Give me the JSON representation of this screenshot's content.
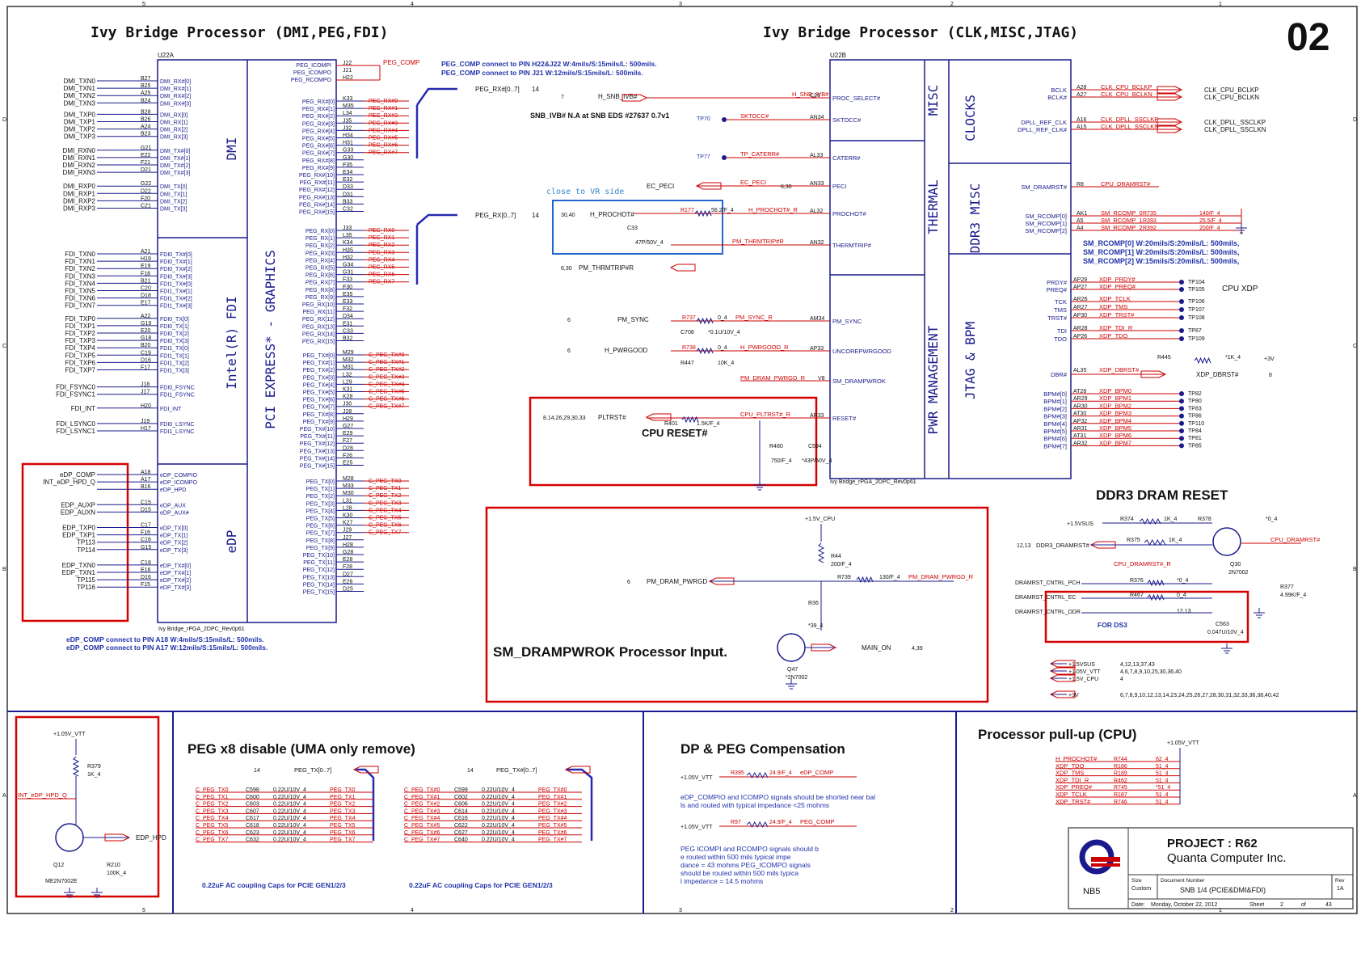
{
  "page_number": "02",
  "titles": {
    "left": "Ivy Bridge Processor (DMI,PEG,FDI)",
    "right": "Ivy Bridge Processor (CLK,MISC,JTAG)"
  },
  "u22a": {
    "ref": "U22A",
    "footer": "Ivy Bridge_rPGA_2DPC_Rev0p61",
    "section_labels": [
      "DMI",
      "Intel(R) FDI",
      "eDP",
      "PCI EXPRESS* - GRAPHICS"
    ]
  },
  "u22b": {
    "ref": "U22B",
    "footer": "Ivy Bridge_rPGA_2DPC_Rev0p61",
    "section_labels": [
      "MISC",
      "THERMAL",
      "PWR MANAGEMENT",
      "CLOCKS",
      "DDR3 MISC",
      "JTAG & BPM"
    ]
  },
  "dmi_pins": [
    {
      "net": "DMI_TXN0",
      "ball": "B27",
      "pin": "DMI_RX#[0]"
    },
    {
      "net": "DMI_TXN1",
      "ball": "B25",
      "pin": "DMI_RX#[1]"
    },
    {
      "net": "DMI_TXN2",
      "ball": "A25",
      "pin": "DMI_RX#[2]"
    },
    {
      "net": "DMI_TXN3",
      "ball": "B24",
      "pin": "DMI_RX#[3]"
    },
    {
      "net": "DMI_TXP0",
      "ball": "B28",
      "pin": "DMI_RX[0]"
    },
    {
      "net": "DMI_TXP1",
      "ball": "B26",
      "pin": "DMI_RX[1]"
    },
    {
      "net": "DMI_TXP2",
      "ball": "A24",
      "pin": "DMI_RX[2]"
    },
    {
      "net": "DMI_TXP3",
      "ball": "B23",
      "pin": "DMI_RX[3]"
    },
    {
      "net": "DMI_RXN0",
      "ball": "G21",
      "pin": "DMI_TX#[0]"
    },
    {
      "net": "DMI_RXN1",
      "ball": "E22",
      "pin": "DMI_TX#[1]"
    },
    {
      "net": "DMI_RXN2",
      "ball": "F21",
      "pin": "DMI_TX#[2]"
    },
    {
      "net": "DMI_RXN3",
      "ball": "D21",
      "pin": "DMI_TX#[3]"
    },
    {
      "net": "DMI_RXP0",
      "ball": "G22",
      "pin": "DMI_TX[0]"
    },
    {
      "net": "DMI_RXP1",
      "ball": "D22",
      "pin": "DMI_TX[1]"
    },
    {
      "net": "DMI_RXP2",
      "ball": "F20",
      "pin": "DMI_TX[2]"
    },
    {
      "net": "DMI_RXP3",
      "ball": "C21",
      "pin": "DMI_TX[3]"
    }
  ],
  "fdi_pins": [
    {
      "net": "FDI_TXN0",
      "ball": "A21",
      "pin": "FDI0_TX#[0]"
    },
    {
      "net": "FDI_TXN1",
      "ball": "H19",
      "pin": "FDI0_TX#[1]"
    },
    {
      "net": "FDI_TXN2",
      "ball": "E19",
      "pin": "FDI0_TX#[2]"
    },
    {
      "net": "FDI_TXN3",
      "ball": "F18",
      "pin": "FDI0_TX#[3]"
    },
    {
      "net": "FDI_TXN4",
      "ball": "B21",
      "pin": "FDI1_TX#[0]"
    },
    {
      "net": "FDI_TXN5",
      "ball": "C20",
      "pin": "FDI1_TX#[1]"
    },
    {
      "net": "FDI_TXN6",
      "ball": "D18",
      "pin": "FDI1_TX#[2]"
    },
    {
      "net": "FDI_TXN7",
      "ball": "E17",
      "pin": "FDI1_TX#[3]"
    },
    {
      "net": "FDI_TXP0",
      "ball": "A22",
      "pin": "FDI0_TX[0]"
    },
    {
      "net": "FDI_TXP1",
      "ball": "G19",
      "pin": "FDI0_TX[1]"
    },
    {
      "net": "FDI_TXP2",
      "ball": "E20",
      "pin": "FDI0_TX[2]"
    },
    {
      "net": "FDI_TXP3",
      "ball": "G18",
      "pin": "FDI0_TX[3]"
    },
    {
      "net": "FDI_TXP4",
      "ball": "B20",
      "pin": "FDI1_TX[0]"
    },
    {
      "net": "FDI_TXP5",
      "ball": "C19",
      "pin": "FDI1_TX[1]"
    },
    {
      "net": "FDI_TXP6",
      "ball": "D16",
      "pin": "FDI1_TX[2]"
    },
    {
      "net": "FDI_TXP7",
      "ball": "F17",
      "pin": "FDI1_TX[3]"
    },
    {
      "net": "FDI_FSYNC0",
      "ball": "J18",
      "pin": "FDI0_FSYNC"
    },
    {
      "net": "FDI_FSYNC1",
      "ball": "J17",
      "pin": "FDI1_FSYNC"
    },
    {
      "net": "FDI_INT",
      "ball": "H20",
      "pin": "FDI_INT"
    },
    {
      "net": "FDI_LSYNC0",
      "ball": "J19",
      "pin": "FDI0_LSYNC"
    },
    {
      "net": "FDI_LSYNC1",
      "ball": "H17",
      "pin": "FDI1_LSYNC"
    }
  ],
  "edp_pins": [
    {
      "net": "eDP_COMP",
      "ball": "A18",
      "pin": "eDP_COMPIO"
    },
    {
      "net": "INT_eDP_HPD_Q",
      "ball": "A17",
      "pin": "eDP_ICOMPO"
    },
    {
      "net": "",
      "ball": "B16",
      "pin": "eDP_HPD"
    },
    {
      "net": "EDP_AUXP",
      "ball": "C15",
      "pin": "eDP_AUX"
    },
    {
      "net": "EDP_AUXN",
      "ball": "D15",
      "pin": "eDP_AUX#"
    },
    {
      "net": "EDP_TXP0",
      "ball": "C17",
      "pin": "eDP_TX[0]"
    },
    {
      "net": "EDP_TXP1",
      "ball": "F16",
      "pin": "eDP_TX[1]"
    },
    {
      "net": "TP113",
      "ball": "C16",
      "pin": "eDP_TX[2]"
    },
    {
      "net": "TP114",
      "ball": "G15",
      "pin": "eDP_TX[3]"
    },
    {
      "net": "EDP_TXN0",
      "ball": "C18",
      "pin": "eDP_TX#[0]"
    },
    {
      "net": "EDP_TXN1",
      "ball": "E16",
      "pin": "eDP_TX#[1]"
    },
    {
      "net": "TP115",
      "ball": "D16",
      "pin": "eDP_TX#[2]"
    },
    {
      "net": "TP116",
      "ball": "F15",
      "pin": "eDP_TX#[3]"
    }
  ],
  "edp_notes": [
    "eDP_COMP connect to PIN A18 W:4mils/S:15mils/L: 500mils.",
    "eDP_COMP connect to PIN A17 W:12mils/S:15mils/L: 500mils."
  ],
  "peg_top": {
    "balls": [
      "J22",
      "J21",
      "H22"
    ],
    "pins": [
      "PEG_ICOMPI",
      "PEG_ICOMPO",
      "PEG_RCOMPO"
    ],
    "net": "PEG_COMP",
    "notes": [
      "PEG_COMP connect to PIN H22&J22 W:4mils/S:15mils/L: 500mils.",
      "PEG_COMP connect to PIN J21 W:12mils/S:15mils/L: 500mils."
    ]
  },
  "peg_rxn": {
    "balls": [
      "K33",
      "M35",
      "L34",
      "J35",
      "J32",
      "H34",
      "H31",
      "G33",
      "G30",
      "F35",
      "E34",
      "E32",
      "D33",
      "D31",
      "B33",
      "C32"
    ],
    "pins": [
      "PEG_RX#[0]",
      "PEG_RX#[1]",
      "PEG_RX#[2]",
      "PEG_RX#[3]",
      "PEG_RX#[4]",
      "PEG_RX#[5]",
      "PEG_RX#[6]",
      "PEG_RX#[7]",
      "PEG_RX#[8]",
      "PEG_RX#[9]",
      "PEG_RX#[10]",
      "PEG_RX#[11]",
      "PEG_RX#[12]",
      "PEG_RX#[13]",
      "PEG_RX#[14]",
      "PEG_RX#[15]"
    ],
    "nets": [
      "PEG_RX#0",
      "PEG_RX#1",
      "PEG_RX#2",
      "PEG_RX#3",
      "PEG_RX#4",
      "PEG_RX#5",
      "PEG_RX#6",
      "PEG_RX#7"
    ],
    "bus": "PEG_RX#[0..7]",
    "bus_page": "14"
  },
  "peg_rxp": {
    "balls": [
      "J33",
      "L35",
      "K34",
      "H35",
      "H32",
      "G34",
      "G31",
      "F33",
      "F30",
      "E35",
      "E33",
      "F32",
      "D34",
      "E31",
      "C33",
      "B32"
    ],
    "pins": [
      "PEG_RX[0]",
      "PEG_RX[1]",
      "PEG_RX[2]",
      "PEG_RX[3]",
      "PEG_RX[4]",
      "PEG_RX[5]",
      "PEG_RX[6]",
      "PEG_RX[7]",
      "PEG_RX[8]",
      "PEG_RX[9]",
      "PEG_RX[10]",
      "PEG_RX[11]",
      "PEG_RX[12]",
      "PEG_RX[13]",
      "PEG_RX[14]",
      "PEG_RX[15]"
    ],
    "nets": [
      "PEG_RX0",
      "PEG_RX1",
      "PEG_RX2",
      "PEG_RX3",
      "PEG_RX4",
      "PEG_RX5",
      "PEG_RX6",
      "PEG_RX7"
    ],
    "bus": "PEG_RX[0..7]",
    "bus_page": "14"
  },
  "peg_txn": {
    "balls": [
      "M29",
      "M32",
      "M31",
      "L32",
      "L29",
      "K31",
      "K28",
      "J30",
      "J28",
      "H29",
      "G27",
      "E29",
      "F27",
      "D28",
      "F26",
      "E25"
    ],
    "pins": [
      "PEG_TX#[0]",
      "PEG_TX#[1]",
      "PEG_TX#[2]",
      "PEG_TX#[3]",
      "PEG_TX#[4]",
      "PEG_TX#[5]",
      "PEG_TX#[6]",
      "PEG_TX#[7]",
      "PEG_TX#[8]",
      "PEG_TX#[9]",
      "PEG_TX#[10]",
      "PEG_TX#[11]",
      "PEG_TX#[12]",
      "PEG_TX#[13]",
      "PEG_TX#[14]",
      "PEG_TX#[15]"
    ],
    "nets": [
      "C_PEG_TX#0",
      "C_PEG_TX#1",
      "C_PEG_TX#2",
      "C_PEG_TX#3",
      "C_PEG_TX#4",
      "C_PEG_TX#5",
      "C_PEG_TX#6",
      "C_PEG_TX#7"
    ]
  },
  "peg_txp": {
    "balls": [
      "M28",
      "M33",
      "M30",
      "L31",
      "L28",
      "K30",
      "K27",
      "J29",
      "J27",
      "H28",
      "G28",
      "E28",
      "F28",
      "D27",
      "E26",
      "D25"
    ],
    "pins": [
      "PEG_TX[0]",
      "PEG_TX[1]",
      "PEG_TX[2]",
      "PEG_TX[3]",
      "PEG_TX[4]",
      "PEG_TX[5]",
      "PEG_TX[6]",
      "PEG_TX[7]",
      "PEG_TX[8]",
      "PEG_TX[9]",
      "PEG_TX[10]",
      "PEG_TX[11]",
      "PEG_TX[12]",
      "PEG_TX[13]",
      "PEG_TX[14]",
      "PEG_TX[15]"
    ],
    "nets": [
      "C_PEG_TX0",
      "C_PEG_TX1",
      "C_PEG_TX2",
      "C_PEG_TX3",
      "C_PEG_TX4",
      "C_PEG_TX5",
      "C_PEG_TX6",
      "C_PEG_TX7"
    ]
  },
  "misc": {
    "h_snb_ivb": {
      "page": "7",
      "net": "H_SNB_IVB#",
      "ball": "C26",
      "pin": "PROC_SELECT#"
    },
    "snb_note": "SNB_IVB# N.A at SNB EDS #27637 0.7v1",
    "sktocc": {
      "tp": "TP70",
      "net": "SKTOCC#",
      "ball": "AN34",
      "pin": "SKTOCC#"
    },
    "caterr": {
      "tp": "TP77",
      "net": "TP_CATERR#",
      "ball": "AL33",
      "pin": "CATERR#"
    },
    "peci": {
      "net_left": "EC_PECI",
      "net": "EC_PECI",
      "page": "6,30",
      "ball": "AN33",
      "pin": "PECI"
    },
    "close_note": "close to VR side",
    "prochot": {
      "page": "30,40",
      "net_left": "H_PROCHOT#",
      "res": "R177",
      "res_val": "56.2/F_4",
      "net": "H_PROCHOT#_R",
      "ball": "AL32",
      "pin": "PROCHOT#",
      "cap": "C33",
      "cap_val": "47P/50V_4"
    },
    "thermtrip": {
      "page": "6,30",
      "net_left": "PM_THRMTRIP#R",
      "net": "PM_THRMTRIP#R",
      "ball": "AN32",
      "pin": "THERMTRIP#"
    },
    "pm_sync": {
      "page": "6",
      "net_left": "PM_SYNC",
      "res": "R737",
      "res_val": "0_4",
      "net": "PM_SYNC_R",
      "ball": "AM34",
      "pin": "PM_SYNC"
    },
    "c708": {
      "ref": "C708",
      "val": "*0.1U/10V_4"
    },
    "pwrgood": {
      "page": "6",
      "net_left": "H_PWRGOOD",
      "res": "R738",
      "res_val": "0_4",
      "net": "H_PWRGOOD_R",
      "ball": "AP33",
      "pin": "UNCOREPWRGOOD"
    },
    "r447": {
      "ref": "R447",
      "val": "10K_4"
    },
    "drampwrok": {
      "net": "PM_DRAM_PWRGD_R",
      "ball": "V8",
      "pin": "SM_DRAMPWROK"
    },
    "reset": {
      "page": "8,14,26,29,30,33",
      "net_left": "PLTRST#",
      "res": "R401",
      "res_val": "1.5K/F_4",
      "net": "CPU_PLTRST#_R",
      "ball": "AR33",
      "pin": "RESET#",
      "label": "CPU RESET#",
      "r480": "R480",
      "r480_val": "750/F_4",
      "c594": "C594",
      "c594_val": "*43P/50V_4"
    }
  },
  "clocks": [
    {
      "pin": "BCLK",
      "ball": "A28",
      "net": "CLK_CPU_BCLKP",
      "out": "CLK_CPU_BCLKP"
    },
    {
      "pin": "BCLK#",
      "ball": "A27",
      "net": "CLK_CPU_BCLKN",
      "out": "CLK_CPU_BCLKN"
    },
    {
      "pin": "DPLL_REF_CLK",
      "ball": "A16",
      "net": "CLK_DPLL_SSCLKP",
      "out": "CLK_DPLL_SSCLKP"
    },
    {
      "pin": "DPLL_REF_CLK#",
      "ball": "A15",
      "net": "CLK_DPLL_SSCLKN",
      "out": "CLK_DPLL_SSCLKN"
    }
  ],
  "ddr3misc": {
    "dramrst": {
      "pin": "SM_DRAMRST#",
      "ball": "R8",
      "net": "CPU_DRAMRST#"
    },
    "rcomp": [
      {
        "pin": "SM_RCOMP[0]",
        "ball": "AK1",
        "net": "SM_RCOMP_0",
        "res": "R735",
        "val": "140/F_4"
      },
      {
        "pin": "SM_RCOMP[1]",
        "ball": "A5",
        "net": "SM_RCOMP_1",
        "res": "R393",
        "val": "25.5/F_4"
      },
      {
        "pin": "SM_RCOMP[2]",
        "ball": "A4",
        "net": "SM_RCOMP_2",
        "res": "R392",
        "val": "200/F_4"
      }
    ],
    "notes": [
      "SM_RCOMP[0] W:20mils/S:20mils/L: 500mils,",
      "SM_RCOMP[1] W:20mils/S:20mils/L: 500mils,",
      "SM_RCOMP[2] W:15mils/S:20mils/L: 500mils,"
    ]
  },
  "jtag": [
    {
      "pin": "PRDY#",
      "ball": "AP29",
      "net": "XDP_PRDY#",
      "tp": "TP104"
    },
    {
      "pin": "PREQ#",
      "ball": "AP27",
      "net": "XDP_PREQ#",
      "tp": "TP105"
    },
    {
      "pin": "TCK",
      "ball": "AR26",
      "net": "XDP_TCLK",
      "tp": "TP106"
    },
    {
      "pin": "TMS",
      "ball": "AR27",
      "net": "XDP_TMS",
      "tp": "TP107"
    },
    {
      "pin": "TRST#",
      "ball": "AP30",
      "net": "XDP_TRST#",
      "tp": "TP108"
    },
    {
      "pin": "TDI",
      "ball": "AR28",
      "net": "XDP_TDI_R",
      "tp": "TP87"
    },
    {
      "pin": "TDO",
      "ball": "AP26",
      "net": "XDP_TDO",
      "tp": "TP109"
    }
  ],
  "cpu_xdp_label": "CPU XDP",
  "dbr": {
    "pin": "DBR#",
    "ball": "AL35",
    "net": "XDP_DBRST#",
    "out": "XDP_DBRST#",
    "page": "8",
    "res": "R445",
    "val": "*1K_4",
    "rail": "+3V"
  },
  "bpm": [
    {
      "pin": "BPM#[0]",
      "ball": "AT28",
      "net": "XDP_BPM0",
      "tp": "TP82"
    },
    {
      "pin": "BPM#[1]",
      "ball": "AR29",
      "net": "XDP_BPM1",
      "tp": "TP80"
    },
    {
      "pin": "BPM#[2]",
      "ball": "AR30",
      "net": "XDP_BPM2",
      "tp": "TP83"
    },
    {
      "pin": "BPM#[3]",
      "ball": "AT30",
      "net": "XDP_BPM3",
      "tp": "TP86"
    },
    {
      "pin": "BPM#[4]",
      "ball": "AP32",
      "net": "XDP_BPM4",
      "tp": "TP110"
    },
    {
      "pin": "BPM#[5]",
      "ball": "AR31",
      "net": "XDP_BPM5",
      "tp": "TP84"
    },
    {
      "pin": "BPM#[6]",
      "ball": "AT31",
      "net": "XDP_BPM6",
      "tp": "TP81"
    },
    {
      "pin": "BPM#[7]",
      "ball": "AR32",
      "net": "XDP_BPM7",
      "tp": "TP85"
    }
  ],
  "ddr3_reset": {
    "title": "DDR3 DRAM RESET",
    "rail": "+1.5VSUS",
    "r374": "R374",
    "r374_val": "1K_4",
    "r378": "R378",
    "r378_val": "*0_4",
    "r375": "R375",
    "r375_val": "1K_4",
    "ddr3_dramrst": "DDR3_DRAMRST#",
    "ddr3_page": "12,13",
    "cpu_dramrst_r": "CPU_DRAMRST#_R",
    "cpu_dramrst": "CPU_DRAMRST#",
    "q30": "Q30",
    "q30_part": "2N7002",
    "r377": "R377",
    "r377_val": "4.99K/F_4",
    "cntrl_pch": "DRAMRST_CNTRL_PCH",
    "r376": "R376",
    "r376_val": "*0_4",
    "cntrl_ec": "DRAMRST_CNTRL_EC",
    "r467": "R467",
    "r467_val": "0_4",
    "cntrl_ddr": "DRAMRST_CNTRL_DDR",
    "ddr_page": "12,13",
    "for_ds3": "FOR DS3",
    "c563": "C563",
    "c563_val": "0.047U/10V_4"
  },
  "rails": [
    {
      "name": "+1.5VSUS",
      "pages": "4,12,13,37,43"
    },
    {
      "name": "+1.05V_VTT",
      "pages": "4,6,7,8,9,10,25,30,36,40"
    },
    {
      "name": "+1.5V_CPU",
      "pages": "4"
    },
    {
      "name": "+3V",
      "pages": "6,7,8,9,10,12,13,14,23,24,25,26,27,28,30,31,32,33,36,38,40,42"
    }
  ],
  "drampwrok_block": {
    "title": "SM_DRAMPWROK Processor Input.",
    "rail": "+1.5V_CPU",
    "r44": "R44",
    "r44_val": "200/F_4",
    "page": "6",
    "net_in": "PM_DRAM_PWRGD",
    "r739": "R739",
    "r739_val": "130/F_4",
    "net_out": "PM_DRAM_PWRGD_R",
    "r36": "R36",
    "r36_val": "*39_4",
    "q47": "Q47",
    "q47_part": "*2N7002",
    "main_on": "MAIN_ON",
    "main_page": "4,39"
  },
  "edp_hpd": {
    "rail": "+1.05V_VTT",
    "r379": "R379",
    "r379_val": "1K_4",
    "net": "INT_eDP_HPD_Q",
    "edp_hpd": "EDP_HPD",
    "q12": "Q12",
    "q12_part": "ME2N7002E",
    "r210": "R210",
    "r210_val": "100K_4"
  },
  "peg_disable": {
    "title": "PEG x8 disable (UMA only remove)",
    "tx_bus": "PEG_TX[0..7]",
    "txn_bus": "PEG_TX#[0..7]",
    "page": "14",
    "left_rows": [
      {
        "in": "C_PEG_TX0",
        "cap": "C598",
        "val": "0.22U/10V_4",
        "out": "PEG_TX0"
      },
      {
        "in": "C_PEG_TX1",
        "cap": "C600",
        "val": "0.22U/10V_4",
        "out": "PEG_TX1"
      },
      {
        "in": "C_PEG_TX2",
        "cap": "C603",
        "val": "0.22U/10V_4",
        "out": "PEG_TX2"
      },
      {
        "in": "C_PEG_TX3",
        "cap": "C607",
        "val": "0.22U/10V_4",
        "out": "PEG_TX3"
      },
      {
        "in": "C_PEG_TX4",
        "cap": "C617",
        "val": "0.22U/10V_4",
        "out": "PEG_TX4"
      },
      {
        "in": "C_PEG_TX5",
        "cap": "C618",
        "val": "0.22U/10V_4",
        "out": "PEG_TX5"
      },
      {
        "in": "C_PEG_TX6",
        "cap": "C623",
        "val": "0.22U/10V_4",
        "out": "PEG_TX6"
      },
      {
        "in": "C_PEG_TX7",
        "cap": "C632",
        "val": "0.22U/10V_4",
        "out": "PEG_TX7"
      }
    ],
    "right_rows": [
      {
        "in": "C_PEG_TX#0",
        "cap": "C599",
        "val": "0.22U/10V_4",
        "out": "PEG_TX#0"
      },
      {
        "in": "C_PEG_TX#1",
        "cap": "C602",
        "val": "0.22U/10V_4",
        "out": "PEG_TX#1"
      },
      {
        "in": "C_PEG_TX#2",
        "cap": "C606",
        "val": "0.22U/10V_4",
        "out": "PEG_TX#2"
      },
      {
        "in": "C_PEG_TX#3",
        "cap": "C614",
        "val": "0.22U/10V_4",
        "out": "PEG_TX#3"
      },
      {
        "in": "C_PEG_TX#4",
        "cap": "C616",
        "val": "0.22U/10V_4",
        "out": "PEG_TX#4"
      },
      {
        "in": "C_PEG_TX#5",
        "cap": "C622",
        "val": "0.22U/10V_4",
        "out": "PEG_TX#5"
      },
      {
        "in": "C_PEG_TX#6",
        "cap": "C627",
        "val": "0.22U/10V_4",
        "out": "PEG_TX#6"
      },
      {
        "in": "C_PEG_TX#7",
        "cap": "C640",
        "val": "0.22U/10V_4",
        "out": "PEG_TX#7"
      }
    ],
    "note": "0.22uF AC coupling Caps for PCIE GEN1/2/3"
  },
  "compensation": {
    "title": "DP & PEG Compensation",
    "rail": "+1.05V_VTT",
    "edp": {
      "res": "R395",
      "val": "24.9/F_4",
      "net": "eDP_COMP"
    },
    "edp_note": "eDP_COMPIO and ICOMPO signals should be shorted near balls and routed with typical impedance <25 mohms",
    "peg": {
      "res": "R97",
      "val": "24.9/F_4",
      "net": "PEG_COMP"
    },
    "peg_note": "PEG ICOMPI and RCOMPO signals should be routed within 500 mils typical impedance = 43 mohms PEG_ICOMPO signals should be routed within 500 mils typical impedance = 14.5 mohms"
  },
  "pullup": {
    "title": "Processor pull-up (CPU)",
    "rail": "+1.05V_VTT",
    "rows": [
      {
        "net": "H_PROCHOT#",
        "res": "R744",
        "val": "62_4"
      },
      {
        "net": "XDP_TDO",
        "res": "R186",
        "val": "51_4"
      },
      {
        "net": "XDP_TMS",
        "res": "R189",
        "val": "51_4"
      },
      {
        "net": "XDP_TDI_R",
        "res": "R462",
        "val": "51_4"
      },
      {
        "net": "XDP_PREQ#",
        "res": "R745",
        "val": "*51_4"
      },
      {
        "net": "XDP_TCLK",
        "res": "R187",
        "val": "51_4"
      },
      {
        "net": "XDP_TRST#",
        "res": "R746",
        "val": "51_4"
      }
    ]
  },
  "title_block": {
    "project": "PROJECT : R62",
    "company": "Quanta Computer Inc.",
    "logo_label": "NB5",
    "size_label": "Size",
    "size": "Custom",
    "docnum_label": "Document Number",
    "docnum": "SNB 1/4 (PCIE&DMI&FDI)",
    "rev_label": "Rev",
    "rev": "1A",
    "date_label": "Date:",
    "date": "Monday, October 22, 2012",
    "sheet_label": "Sheet",
    "sheet": "2",
    "of_label": "of",
    "of": "43"
  },
  "frame": {
    "cols": [
      "5",
      "4",
      "3",
      "2",
      "1"
    ],
    "rows": [
      "D",
      "C",
      "B",
      "A"
    ]
  },
  "colors": {
    "line": "#1a1a8c",
    "net": "#cc0000",
    "box": "#d40000",
    "note": "#2233aa",
    "text": "#111111"
  }
}
